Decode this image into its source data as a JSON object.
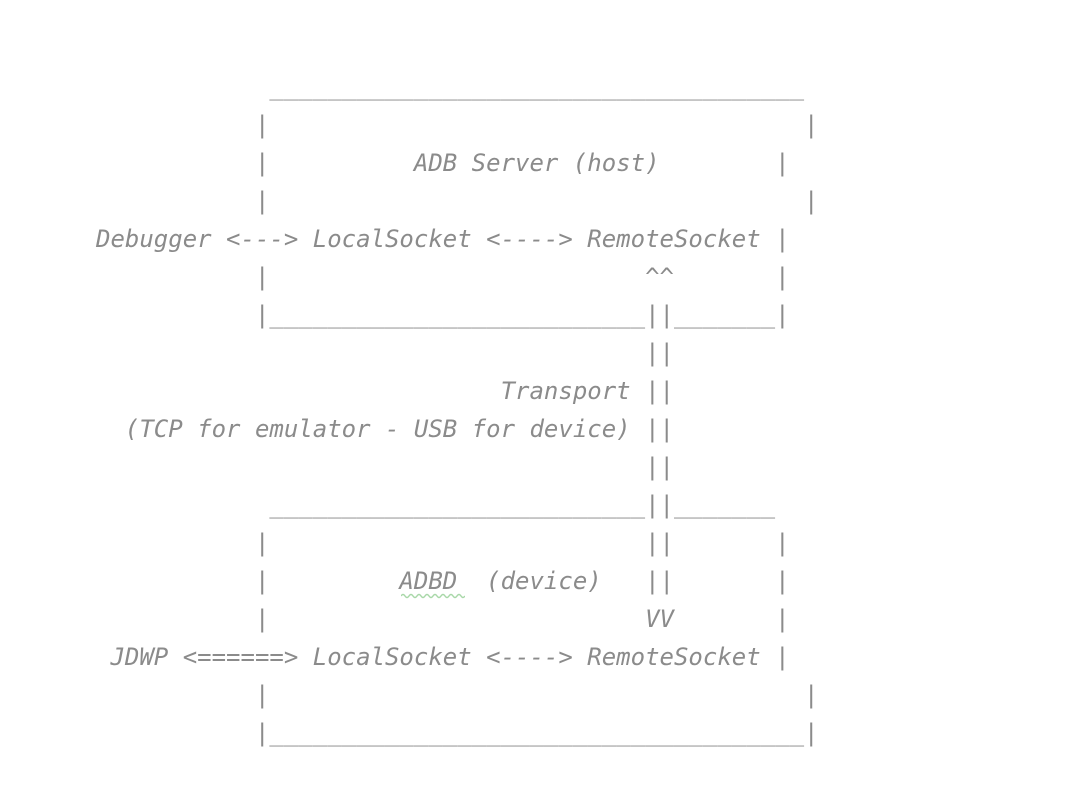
{
  "page": {
    "background": "#ffffff"
  },
  "diagram": {
    "ascii": "            _____________________________________\n           |                                     |\n           |          ADB Server (host)        |\n           |                                     |\nDebugger <---> LocalSocket <----> RemoteSocket |\n           |                          ^^       |\n           |__________________________||_______|\n                                      ||\n                            Transport ||\n  (TCP for emulator - USB for device) ||\n                                      ||\n            __________________________||_______\n           |                          ||       |\n           |         ADBD  (device)   ||       |\n           |                          VV       |\n JDWP <======> LocalSocket <----> RemoteSocket |\n           |                                     |\n           |_____________________________________|",
    "labels": {
      "host_box_title": "ADB Server (host)",
      "device_box_title": "ADBD  (device)",
      "host_left_endpoint": "Debugger",
      "device_left_endpoint": "JDWP",
      "local_socket": "LocalSocket",
      "remote_socket": "RemoteSocket",
      "transport": "Transport",
      "transport_note": "(TCP for emulator - USB for device)"
    },
    "spellcheck": {
      "word": "ADBD",
      "underline_color": "#a9d8a9"
    },
    "colors": {
      "text": "#8b8b8b",
      "background": "#ffffff"
    }
  }
}
